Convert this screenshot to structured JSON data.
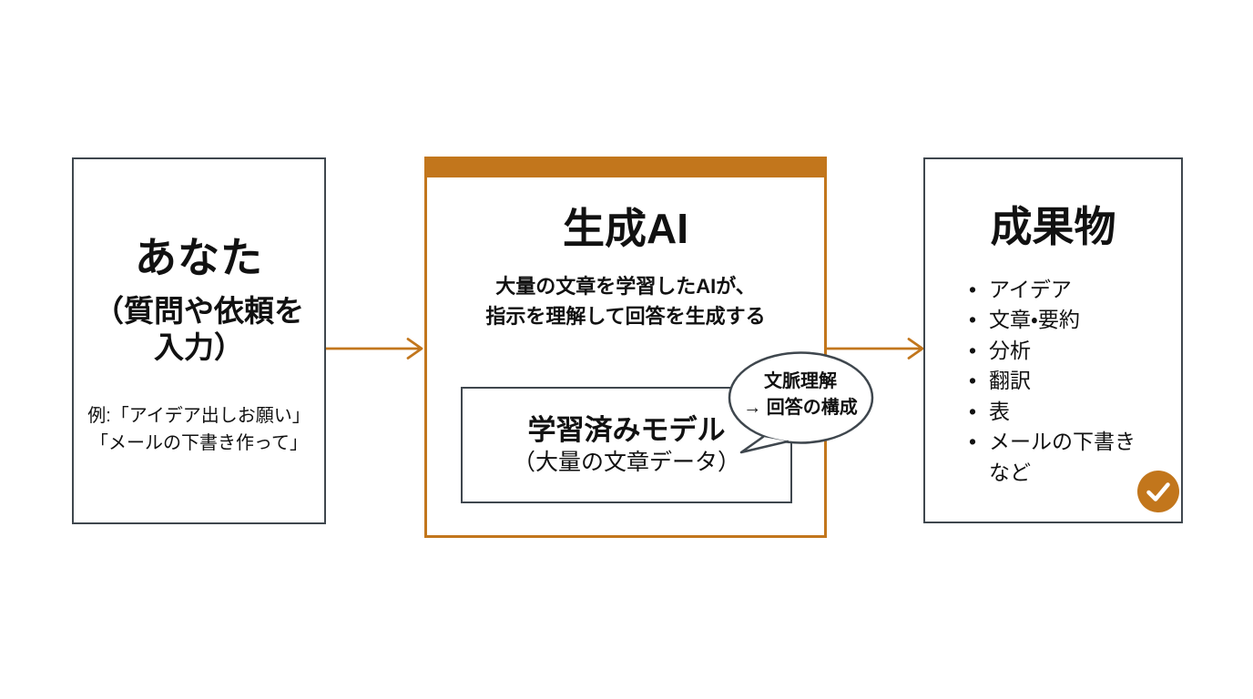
{
  "colors": {
    "accent_orange": "#C2761C",
    "border_slate": "#3F474E",
    "text": "#111111",
    "bg": "#FFFFFF"
  },
  "icons": {
    "check": "✓",
    "flow_arrow": "→"
  },
  "left_box": {
    "title": "あなた",
    "subtitle_lines": [
      "（質問や依頼を",
      "入力）"
    ],
    "example_lines": [
      "例:「アイデア出しお願い」",
      "「メールの下書き作って」"
    ]
  },
  "center_box": {
    "title": "生成AI",
    "description_lines": [
      "大量の文章を学習したAIが、",
      "指示を理解して回答を生成する"
    ],
    "inner_box": {
      "title": "学習済みモデル",
      "subtitle": "（大量の文章データ）"
    },
    "speech_bubble": {
      "lines": [
        "文脈理解",
        "→ 回答の構成"
      ]
    }
  },
  "right_box": {
    "title": "成果物",
    "items": [
      "アイデア",
      "文章・要約",
      "分析",
      "翻訳",
      "表",
      "メールの下書き\nなど"
    ]
  }
}
